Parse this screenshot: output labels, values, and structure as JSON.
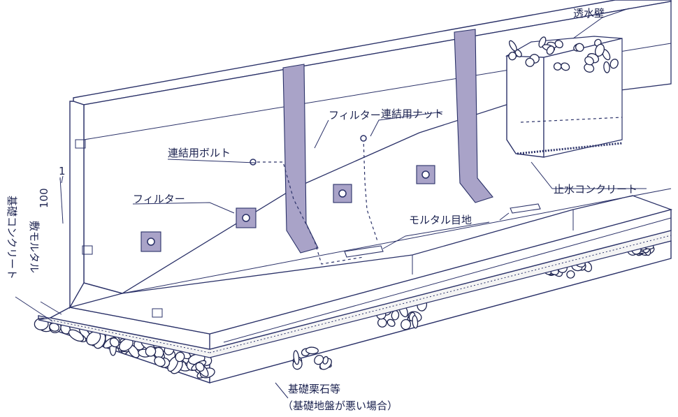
{
  "labels": {
    "permeable_wall": "透水壁",
    "filter_top": "フィルター",
    "connecting_nut": "連結用ナット",
    "connecting_bolt": "連結用ボルト",
    "filter_left": "フィルター",
    "cutoff_concrete": "止水コンクリート",
    "mortar_joint": "モルタル目地",
    "slope_one": "1",
    "slope_hundred": "100",
    "foundation_concrete": "基礎コンクリート",
    "bed_mortar": "敷モルタル",
    "foundation_gravel": "基礎栗石等",
    "foundation_gravel_note": "（基礎地盤が悪い場合）"
  },
  "colors": {
    "line": "#2a3168",
    "filter_band": "#a9a3c8",
    "text": "#1c2350",
    "background": "#ffffff"
  }
}
